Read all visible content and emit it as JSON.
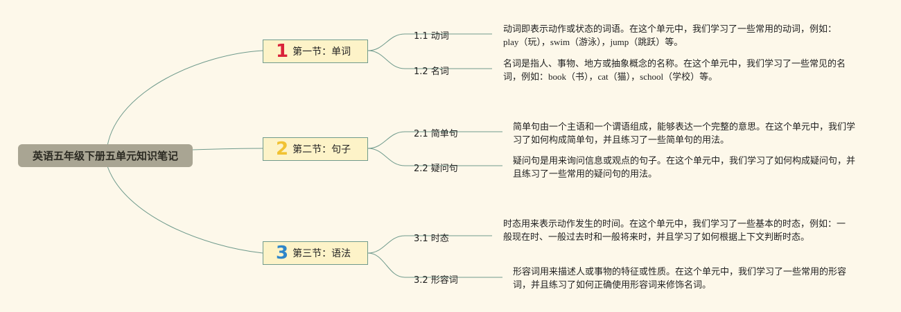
{
  "root": {
    "title": "英语五年级下册五单元知识笔记"
  },
  "colors": {
    "line": "#6f9a8c",
    "num1": "#d9233a",
    "num2": "#f1c232",
    "num3": "#2f86c9"
  },
  "sections": [
    {
      "num": "1",
      "title": "第一节：单词",
      "items": [
        {
          "label": "1.1 动词",
          "text": "动词即表示动作或状态的词语。在这个单元中，我们学习了一些常用的动词，例如：play（玩），swim（游泳），jump（跳跃）等。"
        },
        {
          "label": "1.2 名词",
          "text": "名词是指人、事物、地方或抽象概念的名称。在这个单元中，我们学习了一些常见的名词，例如：book（书），cat（猫），school（学校）等。"
        }
      ]
    },
    {
      "num": "2",
      "title": "第二节：句子",
      "items": [
        {
          "label": "2.1 简单句",
          "text": "简单句由一个主语和一个谓语组成，能够表达一个完整的意思。在这个单元中，我们学习了如何构成简单句，并且练习了一些简单句的用法。"
        },
        {
          "label": "2.2 疑问句",
          "text": "疑问句是用来询问信息或观点的句子。在这个单元中，我们学习了如何构成疑问句，并且练习了一些常用的疑问句的用法。"
        }
      ]
    },
    {
      "num": "3",
      "title": "第三节：语法",
      "items": [
        {
          "label": "3.1 时态",
          "text": "时态用来表示动作发生的时间。在这个单元中，我们学习了一些基本的时态，例如：一般现在时、一般过去时和一般将来时，并且学习了如何根据上下文判断时态。"
        },
        {
          "label": "3.2 形容词",
          "text": "形容词用来描述人或事物的特征或性质。在这个单元中，我们学习了一些常用的形容词，并且练习了如何正确使用形容词来修饰名词。"
        }
      ]
    }
  ]
}
